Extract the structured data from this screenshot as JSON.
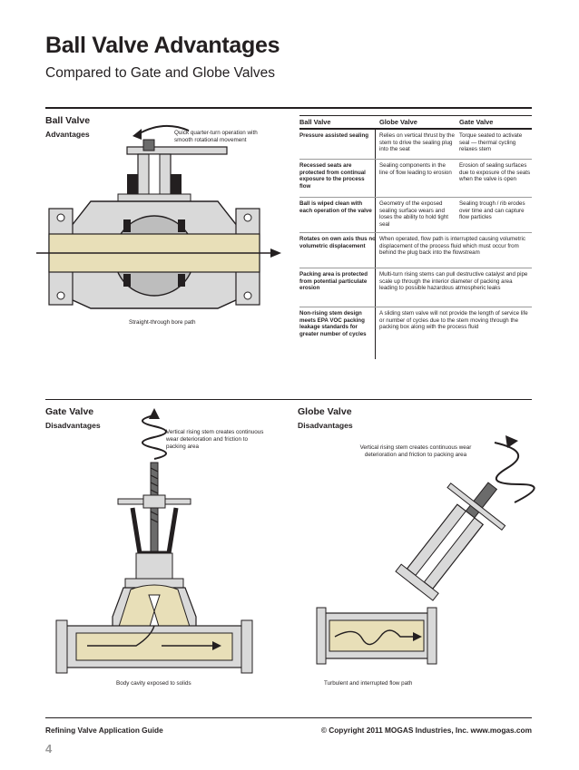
{
  "header": {
    "title": "Ball Valve Advantages",
    "subtitle": "Compared to Gate and Globe Valves"
  },
  "ball_section": {
    "title": "Ball Valve",
    "subtitle": "Advantages",
    "callout_top": "Quick quarter-turn operation with smooth rotational movement",
    "callout_bottom": "Straight-through bore path"
  },
  "table": {
    "headers": [
      "Ball Valve",
      "Globe Valve",
      "Gate Valve"
    ],
    "rows": [
      {
        "ball": "Pressure assisted sealing",
        "globe": "Relies on vertical thrust by the stem to drive the sealing plug into the seat",
        "gate": "Torque seated to activate seal — thermal cycling relaxes stem"
      },
      {
        "ball": "Recessed seats are protected from continual exposure to the process flow",
        "globe": "Sealing components in the line of flow leading to erosion",
        "gate": "Erosion of sealing surfaces due to exposure of the seats when the valve is open"
      },
      {
        "ball": "Ball is wiped clean with each operation of the valve",
        "globe": "Geometry of the exposed sealing surface wears and loses the ability to hold tight seal",
        "gate": "Sealing trough / rib erodes over time and can capture flow particles"
      },
      {
        "ball": "Rotates on own axis thus no volumetric displacement",
        "merged": "When operated, flow path is interrupted causing volumetric displacement of the process fluid which must occur from behind the plug back into the flowstream"
      },
      {
        "ball": "Packing area is protected from potential particulate erosion",
        "merged": "Multi-turn rising stems can pull destructive catalyst and pipe scale up through the interior diameter of packing area leading to possible hazardous atmospheric leaks"
      },
      {
        "ball": "Non-rising stem design meets EPA VOC packing leakage standards for greater number of cycles",
        "merged": "A sliding stem valve will not provide the length of service life or number of cycles due to the stem moving through the packing box along with the process fluid"
      }
    ]
  },
  "gate_section": {
    "title": "Gate Valve",
    "subtitle": "Disadvantages",
    "callout_top": "Vertical rising stem creates continuous wear deterioration and friction to packing area",
    "callout_bottom": "Body cavity exposed to solids"
  },
  "globe_section": {
    "title": "Globe Valve",
    "subtitle": "Disadvantages",
    "callout_top": "Vertical rising stem creates continuous wear deterioration and friction to packing area",
    "callout_bottom": "Turbulent and interrupted flow path"
  },
  "footer": {
    "left": "Refining Valve Application Guide",
    "right": "© Copyright 2011 MOGAS Industries, Inc.   www.mogas.com",
    "page_number": "4"
  },
  "colors": {
    "text": "#231f20",
    "body_gray": "#d9d9d9",
    "dark_gray": "#6b6b6b",
    "flow_fill": "#e8dfb8",
    "page_number": "#9a9a9a"
  }
}
